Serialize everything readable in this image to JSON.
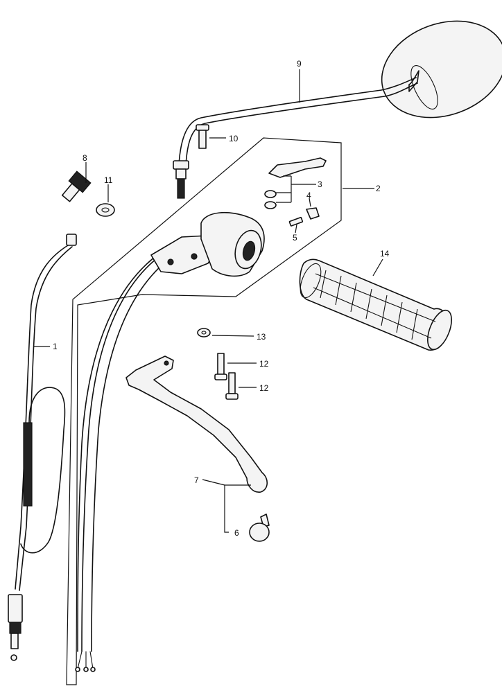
{
  "callouts": [
    {
      "id": "c1",
      "label": "1"
    },
    {
      "id": "c2",
      "label": "2"
    },
    {
      "id": "c3",
      "label": "3"
    },
    {
      "id": "c4",
      "label": "4"
    },
    {
      "id": "c5",
      "label": "5"
    },
    {
      "id": "c6",
      "label": "6"
    },
    {
      "id": "c7",
      "label": "7"
    },
    {
      "id": "c8",
      "label": "8"
    },
    {
      "id": "c9",
      "label": "9"
    },
    {
      "id": "c10",
      "label": "10"
    },
    {
      "id": "c11",
      "label": "11"
    },
    {
      "id": "c12a",
      "label": "12"
    },
    {
      "id": "c12b",
      "label": "12"
    },
    {
      "id": "c13",
      "label": "13"
    },
    {
      "id": "c14",
      "label": "14"
    }
  ]
}
